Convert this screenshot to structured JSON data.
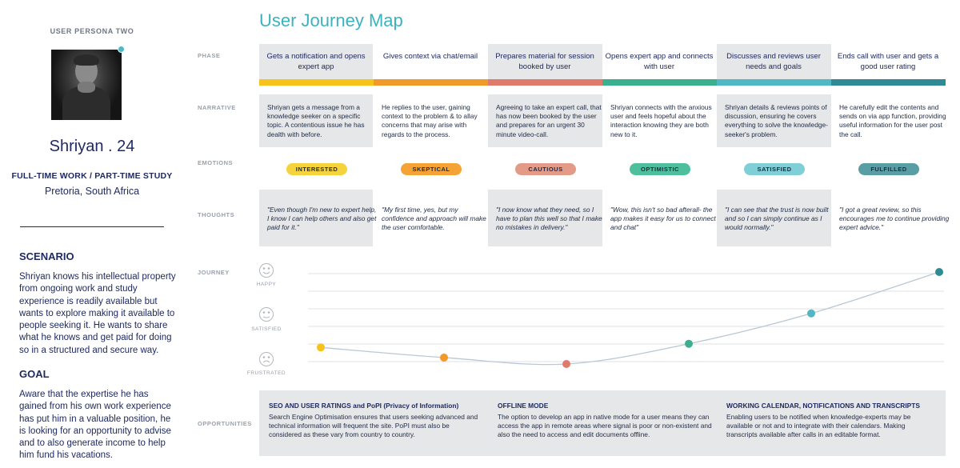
{
  "persona": {
    "label": "USER PERSONA TWO",
    "name": "Shriyan . 24",
    "work": "FULL-TIME WORK / PART-TIME STUDY",
    "location": "Pretoria, South Africa",
    "scenario_heading": "SCENARIO",
    "scenario_text": "Shriyan knows his intellectual property from ongoing work and study experience is readily available but wants to explore making it available to people seeking it. He wants to share what he knows and get paid for doing so in a structured and secure way.",
    "goal_heading": "GOAL",
    "goal_text": "Aware that the expertise he has gained from his own work experience has put him in a valuable position, he is looking for an opportunity to advise and to also generate income to help him fund his vacations."
  },
  "map": {
    "title": "User Journey Map",
    "row_labels": {
      "phase": "PHASE",
      "narrative": "NARRATIVE",
      "emotions": "EMOTIONS",
      "thoughts": "THOUGHTS",
      "journey": "JOURNEY",
      "opportunities": "OPPORTUNITIES"
    },
    "phases": [
      "Gets a notification and opens expert app",
      "Gives context via chat/email",
      "Prepares material for session booked by user",
      "Opens expert app and connects with user",
      "Discusses and reviews user needs and goals",
      "Ends call with user and gets a good user rating"
    ],
    "narratives": [
      "Shriyan gets a message from a knowledge seeker on a specific topic. A contentious issue he has dealth with before.",
      "He replies to the user, gaining context to the problem & to allay concerns that may arise with regards to the process.",
      "Agreeing to take an expert call, that has now been booked by the user and prepares for an urgent 30 minute video-call.",
      "Shriyan connects with the anxious user and feels hopeful about the interaction knowing they are both new to it.",
      "Shriyan details & reviews points of discussion, ensuring he covers everything to solve the knowledge-seeker's problem.",
      "He carefully edit the contents and sends on via app function, providing useful information for the user post the call."
    ],
    "emotions": [
      "INTERESTED",
      "SKEPTICAL",
      "CAUTIOUS",
      "OPTIMISTIC",
      "SATISFIED",
      "FULFILLED"
    ],
    "thoughts": [
      "\"Even though I'm new to expert help, I know I can help others and also get paid for it.\"",
      "\"My first time, yes, but my confidence and approach will make the user comfortable.",
      "\"I now know what they need, so I have to plan this well so that I make no mistakes in delivery.\"",
      "\"Wow, this isn't so bad afterall- the app makes it easy for us to connect and chat\"",
      "\"I can see that the trust is now built and so I can simply continue as I would normally.\"",
      "\"I got a great review, so this encourages me to continue providing expert advice.\""
    ],
    "journey_levels": [
      "HAPPY",
      "SATISFIED",
      "FRUSTRATED"
    ],
    "journey_scores": [
      0.18,
      0.07,
      0.0,
      0.22,
      0.55,
      1.0
    ],
    "phase_colors": [
      "#f7c21a",
      "#f19a2a",
      "#e07b6b",
      "#3ab08f",
      "#4fb8c4",
      "#2e8a94"
    ],
    "pill_colors": [
      "#f5d33d",
      "#f4a334",
      "#e39b87",
      "#4dbf9d",
      "#80cfd7",
      "#5a9ea5"
    ],
    "opportunities": [
      {
        "title": "SEO AND USER RATINGS and PoPI (Privacy of Information)",
        "text": "Search Engine Optimisation ensures that users seeking advanced and technical information will frequent the site. PoPI must also be considered as these vary from country to country."
      },
      {
        "title": "OFFLINE MODE",
        "text": "The option to develop an app in native mode for a user means they can access the app in remote areas where signal is poor or non-existent and also the need to access and edit documents offline."
      },
      {
        "title": "WORKING CALENDAR, NOTIFICATIONS AND TRANSCRIPTS",
        "text": "Enabling users to be notified when knowledge-experts may be available or not and to integrate with their calendars. Making transcripts available after calls in an editable format."
      }
    ]
  }
}
